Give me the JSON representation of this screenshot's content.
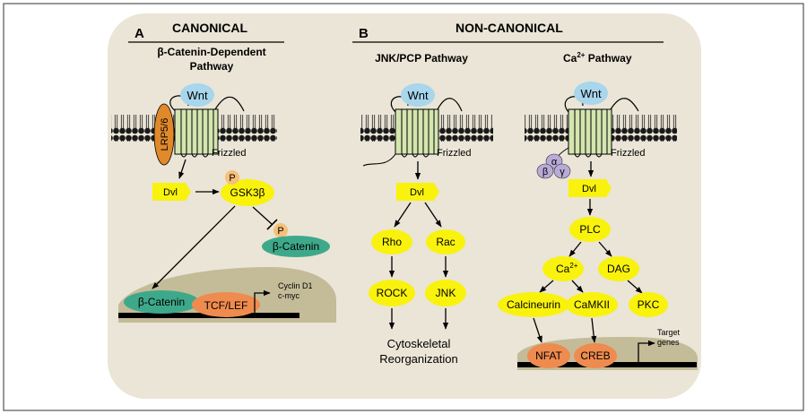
{
  "panel_a": {
    "letter": "A",
    "heading": "CANONICAL",
    "subtitle_line1": "β-Catenin-Dependent",
    "subtitle_line2": "Pathway",
    "wnt": "Wnt",
    "lrp": "LRP5/6",
    "frizzled": "Frizzled",
    "dvl": "Dvl",
    "p1": "P",
    "gsk": "GSK3β",
    "p2": "P",
    "beta_catenin_free": "β-Catenin",
    "beta_catenin_nuc": "β-Catenin",
    "tcf": "TCF/LEF",
    "target1": "Cyclin D1",
    "target2": "c-myc"
  },
  "panel_b": {
    "letter": "B",
    "heading": "NON-CANONICAL",
    "jnk": {
      "title": "JNK/PCP Pathway",
      "wnt": "Wnt",
      "frizzled": "Frizzled",
      "dvl": "Dvl",
      "rho": "Rho",
      "rac": "Rac",
      "rock": "ROCK",
      "jnk": "JNK",
      "outcome1": "Cytoskeletal",
      "outcome2": "Reorganization"
    },
    "ca": {
      "title": "Ca",
      "title_sup": "2+",
      "title_rest": " Pathway",
      "wnt": "Wnt",
      "frizzled": "Frizzled",
      "g_alpha": "α",
      "g_beta": "β",
      "g_gamma": "γ",
      "dvl": "Dvl",
      "plc": "PLC",
      "ca": "Ca",
      "ca_sup": "2+",
      "dag": "DAG",
      "calcineurin": "Calcineurin",
      "camkii": "CaMKII",
      "pkc": "PKC",
      "nfat": "NFAT",
      "creb": "CREB",
      "target1": "Target",
      "target2": "genes"
    }
  },
  "colors": {
    "panel_bg": "#eae5d6",
    "nucleus": "#c4bb98",
    "yellow": "#f9f20d",
    "green_receptor": "#d4e6b0",
    "wnt_blue": "#a8d6ec",
    "lrp_orange": "#e0892a",
    "phospho": "#f6c07a",
    "catenin_green": "#3ea98a",
    "tcf_orange": "#ef8b4e",
    "gprotein": "#b9abd8"
  }
}
